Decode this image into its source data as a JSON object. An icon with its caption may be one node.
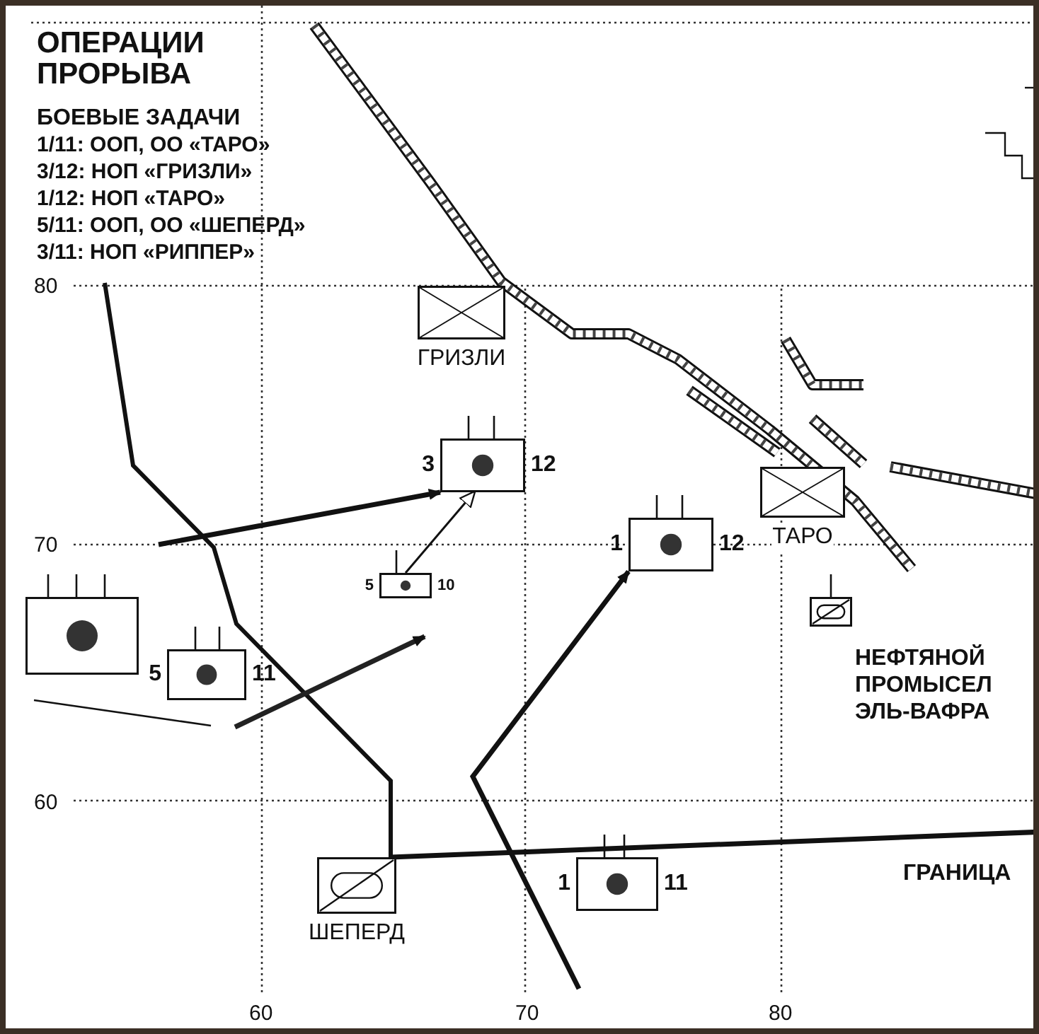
{
  "diagram": {
    "title": "ОПЕРАЦИИ ПРОРЫВА",
    "nodes": [
      {
        "text": [
          "ГРИЗЛИ"
        ]
      },
      {
        "text": [],
        "shape": "box",
        "beside": [
          "3",
          "12"
        ]
      },
      {
        "text": [],
        "shape": "box",
        "beside": [
          "5",
          "10"
        ]
      },
      {
        "text": [],
        "shape": "box",
        "beside": [
          "1",
          "12"
        ]
      },
      {
        "text": [
          "ТАРО"
        ]
      },
      {
        "text": [],
        "shape": "box"
      },
      {
        "text": [],
        "shape": "box"
      },
      {
        "text": [],
        "shape": "box",
        "beside": [
          "5",
          "11"
        ]
      },
      {
        "text": [
          "ШЕПЕРД"
        ]
      },
      {
        "text": [],
        "shape": "box",
        "beside": [
          "1",
          "11"
        ]
      }
    ],
    "edges": [
      {
        "from": null,
        "to": 1,
        "arrow": "to"
      },
      {
        "from": 2,
        "to": 1,
        "arrow": "to"
      },
      {
        "from": null,
        "to": 3,
        "arrow": "to"
      }
    ],
    "labels": [
      "БОЕВЫЕ ЗАДАЧИ",
      "1/11: ООП, ОО «ТАРО»",
      "3/12: НОП «ГРИЗЛИ»",
      "1/12: НОП «ТАРО»",
      "5/11: ООП, ОО «ШЕПЕРД»",
      "3/11: НОП «РИППЕР»",
      "80",
      "70",
      "60",
      "НЕФТЯНОЙ ПРОМЫСЕЛ ЭЛЬ-ВАФРА",
      "ГРАНИЦА",
      "60",
      "70",
      "80"
    ]
  }
}
